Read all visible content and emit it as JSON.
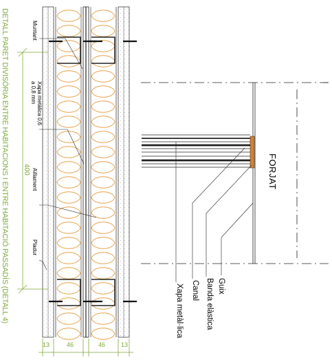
{
  "drawing": {
    "title": "DETALL PARET DIVISÒRIA ENTRE HABITACIONS I ENTRE HABITACIÓ PASSADÍS (DETALL 4)",
    "accent_color": "#7fa83a",
    "insulation_color": "#e7a24c",
    "band_color": "#d8802f"
  },
  "wall_section": {
    "labels": {
      "muntant": "Muntant",
      "xapa": "Xapa metàlica 0,6 a 0,8 mm",
      "aillament": "Aïllament",
      "pladur": "Pladur"
    },
    "height_dim": "400",
    "bottom_dims": [
      "13",
      "46",
      "46",
      "13"
    ]
  },
  "floor_joint": {
    "slab_label": "FORJAT",
    "callouts": [
      "Guix",
      "Banda elàstica",
      "Canal",
      "Xapa metàl·lica"
    ]
  }
}
